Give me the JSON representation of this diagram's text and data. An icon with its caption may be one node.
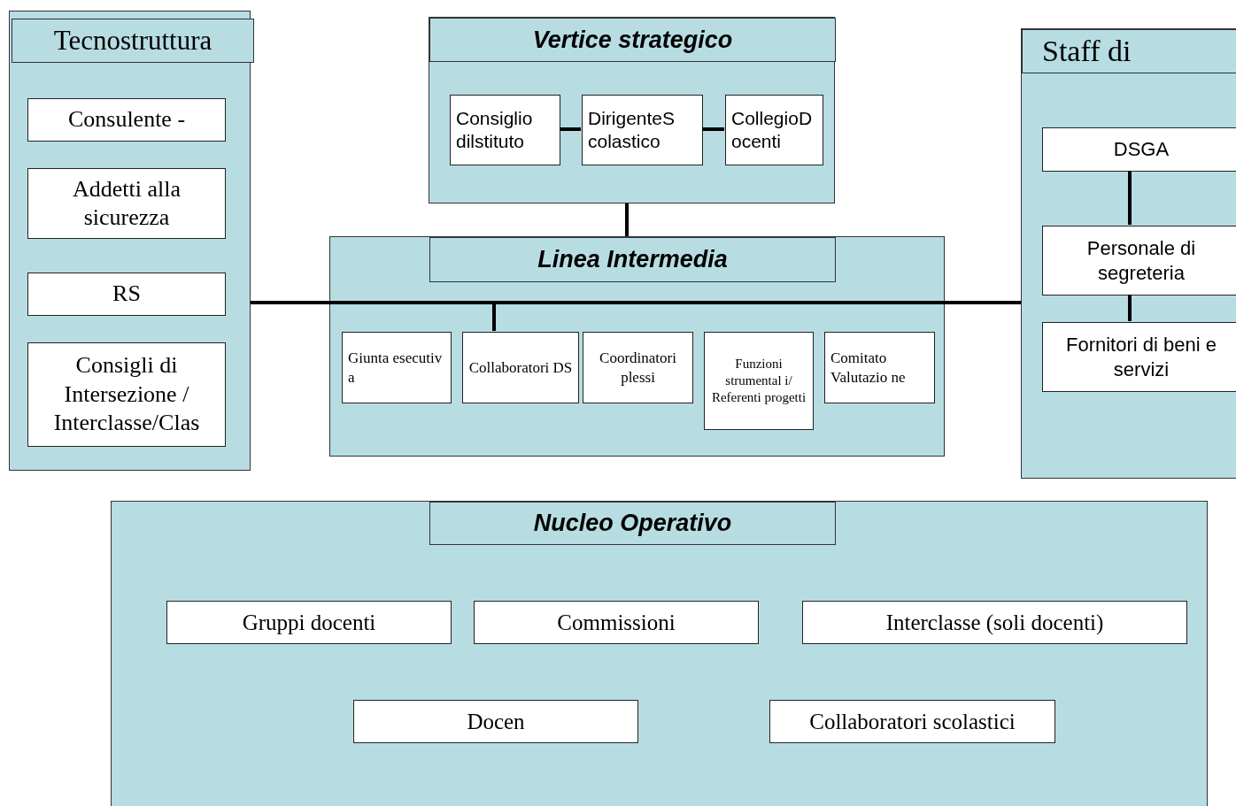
{
  "diagram": {
    "nodes": [
      {
        "text": [
          "Tecnostruttura"
        ]
      },
      {
        "text": [
          "Consulente -"
        ],
        "in": 0
      },
      {
        "text": [
          "Addetti alla sicurezza"
        ],
        "in": 0
      },
      {
        "text": [
          "RS"
        ],
        "in": 0
      },
      {
        "text": [
          "Consigli di Intersezione / Interclasse/Clas"
        ],
        "in": 0
      },
      {
        "text": [
          "Vertice strategico"
        ]
      },
      {
        "text": [
          "Consiglio dilstituto"
        ],
        "in": 5
      },
      {
        "text": [
          "DirigenteS colastico"
        ],
        "in": 5
      },
      {
        "text": [
          "CollegioD ocenti"
        ],
        "in": 5
      },
      {
        "text": [
          "Linea Intermedia"
        ]
      },
      {
        "text": [
          "Giunta esecutiv a"
        ],
        "in": 9
      },
      {
        "text": [
          "Collaboratori DS"
        ],
        "in": 9
      },
      {
        "text": [
          "Coordinatori plessi"
        ],
        "in": 9
      },
      {
        "text": [
          "Funzioni strumental i/ Referenti progetti"
        ],
        "in": 9
      },
      {
        "text": [
          "Comitato Valutazio ne"
        ],
        "in": 9
      },
      {
        "text": [
          "Staff di"
        ]
      },
      {
        "text": [
          "DSGA"
        ],
        "in": 15
      },
      {
        "text": [
          "Personale di segreteria"
        ],
        "in": 15
      },
      {
        "text": [
          "Fornitori di beni e servizi"
        ],
        "in": 15
      },
      {
        "text": [
          "Nucleo Operativo"
        ]
      },
      {
        "text": [
          "Gruppi docenti"
        ],
        "in": 19
      },
      {
        "text": [
          "Commissioni"
        ],
        "in": 19
      },
      {
        "text": [
          "Interclasse (soli docenti)"
        ],
        "in": 19
      },
      {
        "text": [
          "Docen"
        ],
        "in": 19
      },
      {
        "text": [
          "Collaboratori scolastici"
        ],
        "in": 19
      }
    ],
    "edges": [
      {
        "from": 6,
        "to": 7,
        "arrow": "none"
      },
      {
        "from": 7,
        "to": 8,
        "arrow": "none"
      },
      {
        "from": 5,
        "to": 9,
        "arrow": "none"
      },
      {
        "from": 0,
        "to": 15,
        "arrow": "none"
      },
      {
        "from": 0,
        "to": 11,
        "arrow": "none"
      },
      {
        "from": 16,
        "to": 17,
        "arrow": "none"
      },
      {
        "from": 17,
        "to": 18,
        "arrow": "none"
      }
    ]
  }
}
